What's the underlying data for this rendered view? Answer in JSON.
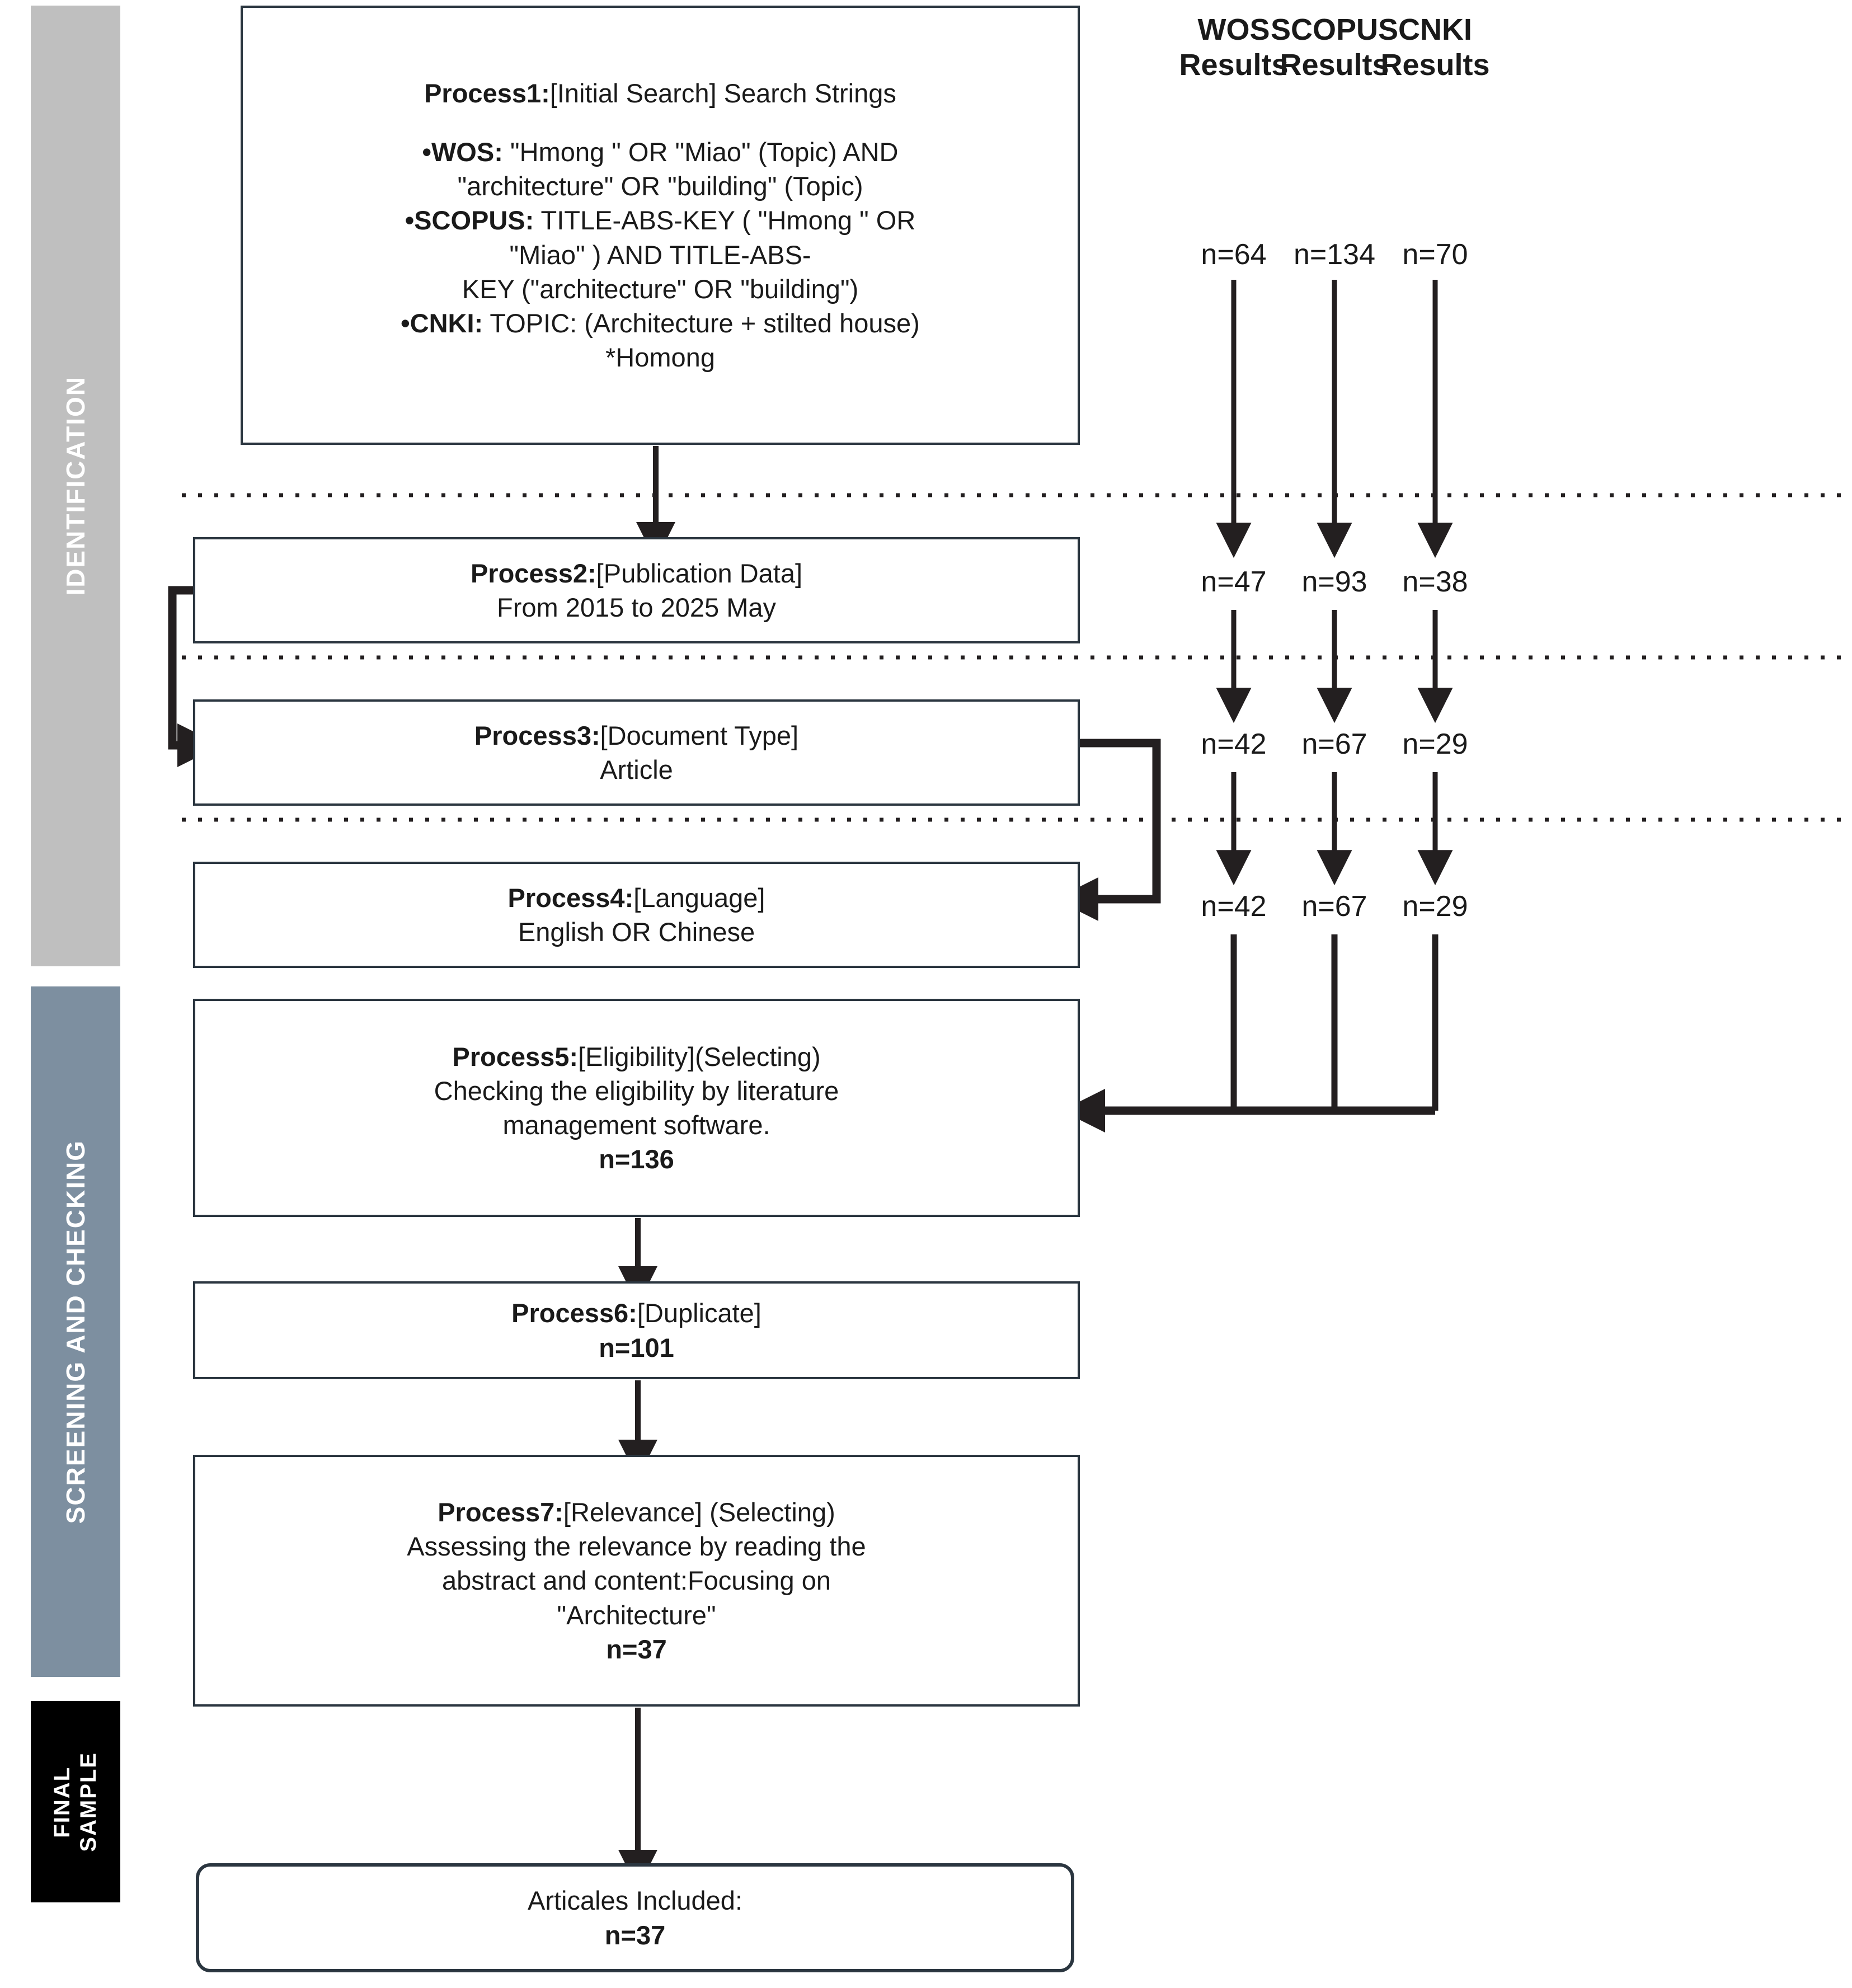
{
  "diagram": {
    "title": "PRISMA literature selection flow",
    "colors": {
      "identification_band": "#bfbfbf",
      "screening_band": "#7d8fa0",
      "final_band": "#000000",
      "box_border": "#2b3640",
      "connector": "#231f20",
      "band_text": "#ffffff"
    }
  },
  "phases": [
    {
      "id": "identification",
      "label": "IDENTIFICATION"
    },
    {
      "id": "screening",
      "label": "SCREENING AND CHECKING"
    },
    {
      "id": "final",
      "label": "FINAL\nSAMPLE"
    }
  ],
  "columns": [
    {
      "id": "wos",
      "header": "WOS\nResults",
      "counts": [
        "n=64",
        "n=47",
        "n=42",
        "n=42"
      ]
    },
    {
      "id": "scopus",
      "header": "SCOPUS\nResults",
      "counts": [
        "n=134",
        "n=93",
        "n=67",
        "n=67"
      ]
    },
    {
      "id": "cnki",
      "header": "CNKI\nResults",
      "counts": [
        "n=70",
        "n=38",
        "n=29",
        "n=29"
      ]
    }
  ],
  "boxes": {
    "p1": {
      "title_bold": "Process1:",
      "title_rest": "[Initial Search] Search Strings",
      "bullets": [
        {
          "bold": "•WOS:",
          "lines": [
            "\"Hmong \" OR \"Miao\" (Topic) AND",
            "\"architecture\" OR \"building\" (Topic)"
          ]
        },
        {
          "bold": "•SCOPUS:",
          "lines": [
            "TITLE-ABS-KEY ( \"Hmong \" OR",
            "\"Miao\" ) AND TITLE-ABS-",
            "KEY (\"architecture\" OR \"building\")"
          ]
        },
        {
          "bold": "•CNKI:",
          "lines": [
            "TOPIC:  (Architecture + stilted house)",
            "*Homong"
          ]
        }
      ]
    },
    "p2": {
      "title_bold": "Process2:",
      "title_rest": "[Publication Data]",
      "line2": "From 2015 to 2025 May"
    },
    "p3": {
      "title_bold": "Process3:",
      "title_rest": "[Document Type]",
      "line2": "Article"
    },
    "p4": {
      "title_bold": "Process4:",
      "title_rest": "[Language]",
      "line2": "English OR Chinese"
    },
    "p5": {
      "title_bold": "Process5:",
      "title_rest": "[Eligibility](Selecting)",
      "line2": "Checking the eligibility by literature",
      "line3": "management software.",
      "n": "n=136"
    },
    "p6": {
      "title_bold": "Process6:",
      "title_rest": "[Duplicate]",
      "n": "n=101"
    },
    "p7": {
      "title_bold": "Process7:",
      "title_rest": "[Relevance] (Selecting)",
      "line2": "Assessing the relevance by reading the",
      "line3": "abstract and content:Focusing on",
      "line4": "\"Architecture\"",
      "n": "n=37"
    },
    "p8": {
      "line1": "Articales Included:",
      "n": "n=37"
    }
  },
  "chart_data": {
    "type": "table",
    "title": "PRISMA screening counts by database",
    "categories": [
      "WOS",
      "SCOPUS",
      "CNKI"
    ],
    "stages": [
      "Initial Search",
      "Publication Data 2015-2025 May",
      "Document Type: Article",
      "Language: English OR Chinese"
    ],
    "series": [
      {
        "name": "WOS",
        "values": [
          64,
          47,
          42,
          42
        ]
      },
      {
        "name": "SCOPUS",
        "values": [
          134,
          93,
          67,
          67
        ]
      },
      {
        "name": "CNKI",
        "values": [
          70,
          38,
          29,
          29
        ]
      }
    ],
    "pooled": [
      {
        "stage": "Eligibility (combined)",
        "value": 136
      },
      {
        "stage": "Duplicate removed",
        "value": 101
      },
      {
        "stage": "Relevance screened",
        "value": 37
      },
      {
        "stage": "Articles included",
        "value": 37
      }
    ]
  }
}
